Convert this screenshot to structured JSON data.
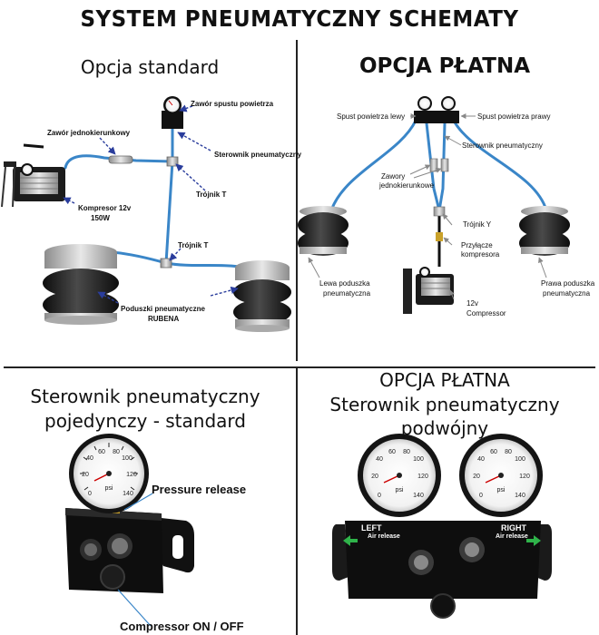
{
  "title": "SYSTEM PNEUMATYCZNY SCHEMATY",
  "top_left": {
    "heading": "Opcja standard",
    "labels": {
      "exhaust_valve": "Zawór spustu powietrza",
      "check_valve": "Zawór  jednokierunkowy",
      "controller": "Sterownik pneumatyczny",
      "tee_upper": "Trójnik T",
      "compressor": "Kompresor 12v",
      "compressor_power": "150W",
      "tee_lower": "Trójnik T",
      "bags": "Poduszki pneumatyczne",
      "bags_brand": "RUBENA"
    }
  },
  "top_right": {
    "heading": "OPCJA PŁATNA",
    "labels": {
      "release_left": "Spust powietrza lewy",
      "release_right": "Spust powietrza prawy",
      "controller": "Sterownik pneumatyczny",
      "check_valves_1": "Zawory",
      "check_valves_2": "jednokierunkowe",
      "tee_y": "Trójnik Y",
      "connector_1": "Przyłącze",
      "connector_2": "kompresora",
      "compressor_1": "12v",
      "compressor_2": "Compressor",
      "left_bag_1": "Lewa poduszka",
      "left_bag_2": "pneumatyczna",
      "right_bag_1": "Prawa poduszka",
      "right_bag_2": "pneumatyczna"
    }
  },
  "bottom_left": {
    "heading_1": "Sterownik pneumatyczny",
    "heading_2": "pojedynczy - standard",
    "pressure_release": "Pressure release",
    "compressor_switch": "Compressor ON / OFF"
  },
  "bottom_right": {
    "heading_1": "OPCJA PŁATNA",
    "heading_2": "Sterownik pneumatyczny",
    "heading_3": "podwójny",
    "left": "LEFT",
    "left_sub": "Air release",
    "right": "RIGHT",
    "right_sub": "Air release"
  },
  "colors": {
    "hose": "#3a86c8",
    "arrow": "#2a3d9c",
    "divider": "#222222",
    "panel": "#111111",
    "green": "#2fb34a"
  }
}
